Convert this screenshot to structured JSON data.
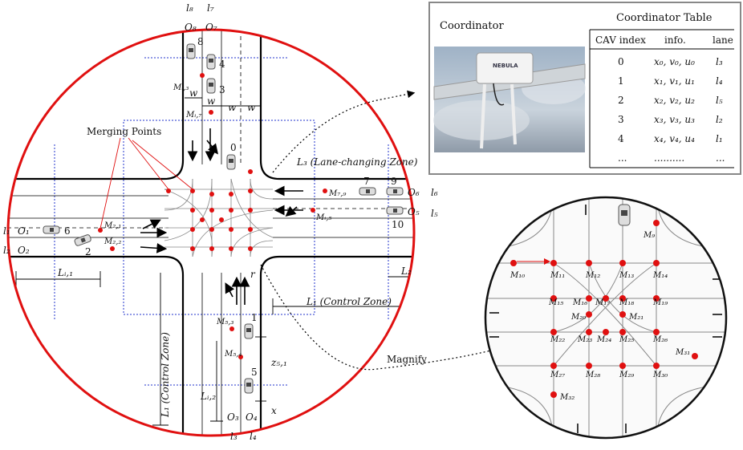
{
  "coordinator_title": "Coordinator",
  "table": {
    "title": "Coordinator Table",
    "headers": [
      "CAV index",
      "info.",
      "lane"
    ],
    "rows": [
      {
        "index": "0",
        "info": "x₀, v₀, u₀",
        "lane": "l₃"
      },
      {
        "index": "1",
        "info": "x₁, v₁, u₁",
        "lane": "l₄"
      },
      {
        "index": "2",
        "info": "x₂, v₂, u₂",
        "lane": "l₅"
      },
      {
        "index": "3",
        "info": "x₃, v₃, u₃",
        "lane": "l₂"
      },
      {
        "index": "4",
        "info": "x₄, v₄, u₄",
        "lane": "l₁"
      },
      {
        "index": "...",
        "info": "..........",
        "lane": "..."
      }
    ]
  },
  "device_logo": "NEBULA",
  "labels": {
    "merging_points": "Merging Points",
    "lane_changing_zone": "L₃ (Lane-changing Zone)",
    "control_zone_h": "L₁ (Control Zone)",
    "control_zone_v": "L₁ (Control Zone)",
    "magnify": "Magnify",
    "w1": "w",
    "w2": "w",
    "w3": "w",
    "w4": "w",
    "r": "r",
    "L_i1": "Lᵢ,₁",
    "L_2": "L₂",
    "L_i2": "Lᵢ,₂",
    "z_51": "z₅,₁",
    "x": "x"
  },
  "lanes": {
    "l1": "l₁",
    "l2": "l₂",
    "l3": "l₃",
    "l4": "l₄",
    "l5": "l₅",
    "l6": "l₆",
    "l7": "l₇",
    "l8": "l₈"
  },
  "origins": {
    "O1": "O₁",
    "O2": "O₂",
    "O3": "O₃",
    "O4": "O₄",
    "O5": "O₅",
    "O6": "O₆",
    "O7": "O₇",
    "O8": "O₈"
  },
  "vehicles": [
    "0",
    "1",
    "2",
    "3",
    "4",
    "5",
    "6",
    "7",
    "8",
    "9",
    "10"
  ],
  "merging_labels": {
    "Mi3": "Mᵢ,₃",
    "Mi7": "Mᵢ,₇",
    "M21": "M₂,₁",
    "M22": "M₂,₂",
    "M79": "M₇,₉",
    "Mi5": "Mᵢ,₅",
    "M53": "M₅,₃",
    "M54": "M₅,₄"
  },
  "magnified": {
    "M9": "M₉",
    "M10": "M₁₀",
    "M11": "M₁₁",
    "M12": "M₁₂",
    "M13": "M₁₃",
    "M14": "M₁₄",
    "M15": "M₁₅",
    "M16": "M₁₆",
    "M17": "M₁₇",
    "M18": "M₁₈",
    "M19": "M₁₉",
    "M20": "M₂₀",
    "M21": "M₂₁",
    "M22": "M₂₂",
    "M23": "M₂₃",
    "M24": "M₂₄",
    "M25": "M₂₅",
    "M26": "M₂₆",
    "M27": "M₂₇",
    "M28": "M₂₈",
    "M29": "M₂₉",
    "M30": "M₃₀",
    "M31": "M₃₁",
    "M32": "M₃₂"
  },
  "colors": {
    "circle": "#e01010",
    "point": "#e01010",
    "zone": "#2233cc",
    "road": "#000000"
  }
}
